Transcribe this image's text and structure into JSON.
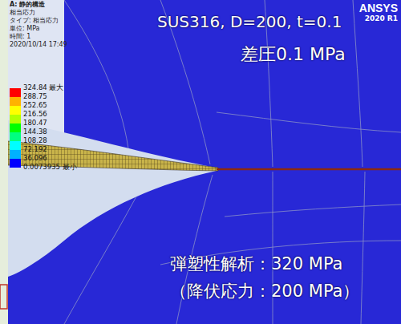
{
  "diagram": {
    "labels": [
      "A: 静的構造",
      "相当応力",
      "タイプ: 相当応力",
      "単位: MPa",
      "時間: 1",
      "2020/10/14 17:49",
      "324.84 最大",
      "288.75",
      "252.65",
      "216.56",
      "180.47",
      "144.38",
      "108.28",
      "72.192",
      "36.096",
      "0.0073935 最小",
      "ANSYS",
      "2020 R1",
      "SUS316, D=200, t=0.1",
      "差圧0.1 MPa",
      "弾塑性解析：320 MPa",
      "（降伏応力：200 MPa）"
    ]
  }
}
